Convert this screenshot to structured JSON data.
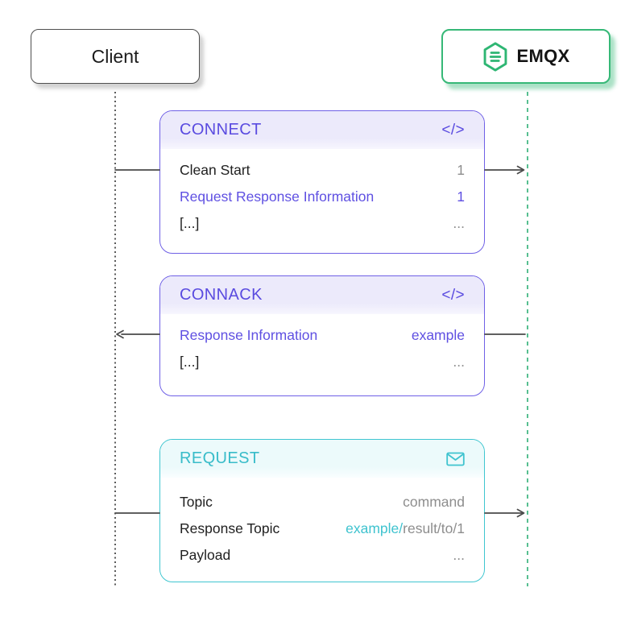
{
  "actors": {
    "client": {
      "label": "Client"
    },
    "emqx": {
      "label": "EMQX",
      "logo_icon": "emqx-hexagon-logo"
    }
  },
  "colors": {
    "purple_accent": "#6f60e6",
    "purple_header_bg": "#eceafb",
    "teal_accent": "#3fc6d0",
    "teal_header_bg": "#ecfafb",
    "green_brand": "#36b877",
    "arrow": "#4a4a4a",
    "muted_value": "#8e8e8e"
  },
  "messages": [
    {
      "title": "CONNECT",
      "icon": "code-icon",
      "icon_glyph": "</>",
      "direction": "client-to-emqx",
      "rows": [
        {
          "label": "Clean Start",
          "value": "1"
        },
        {
          "label": "Request Response Information",
          "value": "1"
        },
        {
          "label": "[...]",
          "value": "..."
        }
      ]
    },
    {
      "title": "CONNACK",
      "icon": "code-icon",
      "icon_glyph": "</>",
      "direction": "emqx-to-client",
      "rows": [
        {
          "label": "Response Information",
          "value": "example"
        },
        {
          "label": "[...]",
          "value": "..."
        }
      ]
    },
    {
      "title": "REQUEST",
      "icon": "envelope-icon",
      "direction": "client-to-emqx",
      "rows": [
        {
          "label": "Topic",
          "value": "command"
        },
        {
          "label": "Response Topic",
          "value_highlight": "example/",
          "value_rest": "result/to/1"
        },
        {
          "label": "Payload",
          "value": "..."
        }
      ]
    }
  ]
}
